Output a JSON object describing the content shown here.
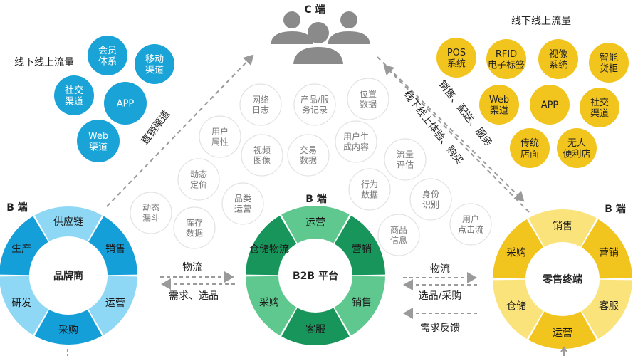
{
  "consumer": {
    "label": "C 端",
    "icon": "people-group-icon"
  },
  "left_channels": {
    "title": "线下线上流量",
    "bubbles": [
      "会员\n体系",
      "移动\n渠道",
      "社交\n渠道",
      "APP",
      "Web\n渠道"
    ],
    "color": "#1aa3d6"
  },
  "right_channels": {
    "title": "线下线上流量",
    "bubbles": [
      "POS\n系统",
      "RFID\n电子标签",
      "视像\n系统",
      "智能\n货柜",
      "Web\n渠道",
      "APP",
      "社交\n渠道",
      "传统\n店面",
      "无人\n便利店"
    ],
    "color": "#f2c41e"
  },
  "data_bubbles": [
    "网络\n日志",
    "产品/服\n务记录",
    "位置\n数据",
    "用户\n属性",
    "视频\n图像",
    "交易\n数据",
    "用户生\n成内容",
    "流量\n评估",
    "动态\n定价",
    "行为\n数据",
    "身份\n识别",
    "动态\n漏斗",
    "库存\n数据",
    "品类\n运营",
    "商品\n信息",
    "用户\n点击流"
  ],
  "arrow_labels": {
    "direct_sales": "直销渠道",
    "sales_delivery": "销售、配送、服务",
    "experience": "线下线上体验、购买"
  },
  "left_ring": {
    "end_label": "B 端",
    "center": "品牌商",
    "segments": [
      "供应链",
      "销售",
      "运营",
      "采购",
      "研发",
      "生产"
    ],
    "colors": {
      "light": "#8fd8f5",
      "dark": "#149fd8"
    }
  },
  "middle_ring": {
    "end_label": "B 端",
    "center": "B2B 平台",
    "segments": [
      "运营",
      "营销",
      "销售",
      "客服",
      "采购",
      "仓储物流"
    ],
    "colors": {
      "light": "#5ec88e",
      "dark": "#18955a"
    }
  },
  "right_ring": {
    "end_label": "B 端",
    "center": "零售终端",
    "segments": [
      "销售",
      "营销",
      "客服",
      "运营",
      "仓储",
      "采购"
    ],
    "colors": {
      "light": "#fbe37c",
      "dark": "#f2c41e"
    }
  },
  "flows_left": {
    "top": "物流",
    "bottom": "需求、选品"
  },
  "flows_right": {
    "top": "物流",
    "middle": "选品/采购",
    "bottom": "需求反馈"
  }
}
